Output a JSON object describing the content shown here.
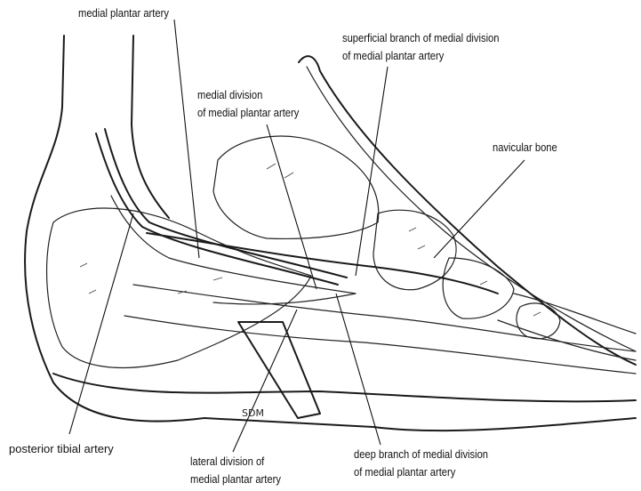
{
  "labels": {
    "medial_plantar_artery": "medial plantar artery",
    "superficial_branch_line1": "superficial branch of medial division",
    "superficial_branch_line2": "of medial plantar artery",
    "medial_division_line1": "medial division",
    "medial_division_line2": "of medial plantar artery",
    "navicular_bone": "navicular bone",
    "posterior_tibial_artery": "posterior tibial artery",
    "lateral_division_line1": "lateral  division of",
    "lateral_division_line2": "medial plantar artery",
    "deep_branch_line1": "deep branch of medial division",
    "deep_branch_line2": "of medial plantar artery"
  },
  "signature": "SDM"
}
